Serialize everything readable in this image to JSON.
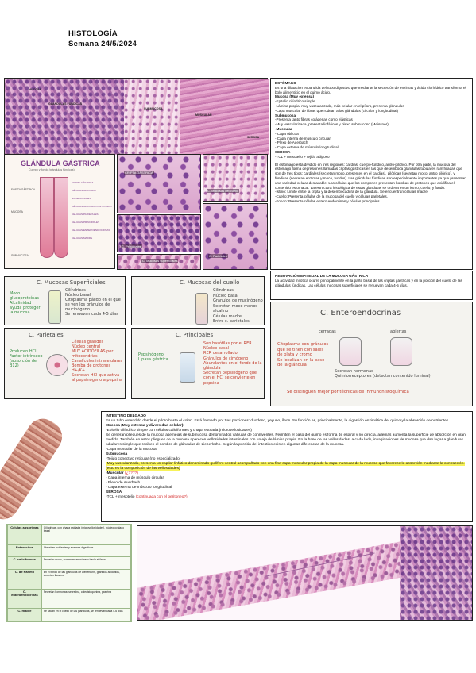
{
  "header": {
    "title": "HISTOLOGÍA",
    "date": "Semana 24/5/2024"
  },
  "stomach_figure": {
    "labels": [
      "MUCOSA",
      "GLÁNDULAS FÚNDICAS",
      "SUBMUCOSA",
      "MUSCULAR",
      "SEROSA"
    ]
  },
  "gland_diagram": {
    "title": "GLÁNDULA GÁSTRICA",
    "subtitle": "Cuerpo y fondo (glándulas fúndicas)",
    "labels_left": [
      "FOSITA GÁSTRICA",
      "MUCOSA",
      "SUBMUCOSA"
    ],
    "labels_right": [
      "CRIPTA GÁSTRICA",
      "CÉLULAS MUCOSAS SUPERFICIALES",
      "CÉLULAS MUCOSAS DEL CUELLO",
      "CÉLULAS PARIETALES",
      "CÉLULAS PRINCIPALES",
      "CÉLULAS ENTEROENDOCRINAS",
      "CÉLULAS MADRE"
    ]
  },
  "micro_captions": {
    "criptas": "CRIPTA GÁSTRICA",
    "mucosas_cuello": "C. Mucosas del cuello",
    "principales": "C. Principales",
    "mucosas_superficiales": "C. Mucosas superficiales",
    "parietales": "C. Parietales"
  },
  "stomach_text": {
    "heading": "ESTÓMAGO",
    "intro": "Es una dilatación expandida del tubo digestivo que mediante la secreción de enzimas y ácido clorhídrico transforma el bolo alimenticio en el quimo ácido.",
    "mucosa_title": "Mucosa (Muy extensa)",
    "mucosa_lines": [
      "-Epitelio cilíndrico simple",
      "-Lámina propia: muy vascularizada, más celular en el píloro, presenta glándulas",
      "-Capa muscular de fibras que rodean a las glándulas (circular y longitudinal)"
    ],
    "submucosa_title": "Submucosa",
    "submucosa_lines": [
      "-Presenta tanto fibras colágenas como elásticas",
      "-Muy vascularizada, presenta linfáticos y plexo submucoso (Meissner)"
    ],
    "muscular_title": "-Muscular",
    "muscular_lines": [
      "- Capa oblicua",
      "- Capa interna de músculo circular",
      "- Plexo de Auerbach",
      "- Capa externa de músculo longitudinal"
    ],
    "serosa_title": "SEROSA",
    "serosa_line": "-TCL + mesotelio + tejido adiposo",
    "regions_paragraph": "El estómago está dividido en tres regiones: cardias, cuerpo-fúndico, antro-pilórico. Por otra parte, la mucosa del estómago forma depresiones llamadas criptas gástricas en las que desemboca glándulas tubulares ramificadas que son de tres tipos: cardiales (secretan moco, presentes en el cardias), pilóricas (secretan moco, antro pilórico), y fúndicas (secretan enzimas y moco, fundus). Las glándulas fúndicas son especialmente importantes ya que presentan una variedad celular destacable. Las células que los componen presentan bombas de protones que acidifica el contenido estomacal. La estructura histológica de estas glándulas se ordena en un istmo, cuello, y fondo.",
    "istmo": "-Istmo: Límite entre la cripta y la desembocadura de la glándula. Se encuentran células madre.",
    "cuello": "-Cuello: Presenta células de la mucosa del cuello y células parietales.",
    "fondo": "-Fondo: Presenta células entero endocrinas y células principales."
  },
  "renovacion": {
    "heading": "RENOVACIÓN EPITELIAL DE LA MUCOSA GÁSTRICA",
    "text": "La actividad mitótica ocurre principalmente en la parte basal de las criptas gástricas y en la porción del cuello de las glándulas fúndicas. Las células mucosas superficiales se renuevan cada 4-5 días."
  },
  "notes": {
    "mucosas_sup": {
      "title": "C. Mucosas Superficiales",
      "left": [
        "Moco",
        "glucoproteínas",
        "Alcalinidad",
        "ayuda proteger la mucosa"
      ],
      "right": [
        "Cilíndricas",
        "Núcleo basal",
        "Citoplasma pálido en el que se ven los gránulos de mucinógeno",
        "Se renuevan cada 4-5 días"
      ]
    },
    "mucosas_cuello": {
      "title": "C. Mucosas del cuello",
      "right": [
        "Cilíndricas",
        "Núcleo basal",
        "Gránulos de mucinógeno",
        "Secretan moco menos alcalino",
        "Células madre",
        "Entre c. parietales"
      ]
    },
    "parietales": {
      "title": "C. Parietales",
      "left": [
        "Producen HCl",
        "Factor intrínseco",
        "(absorción de B12)"
      ],
      "right": [
        "Células grandes",
        "Núcleo central",
        "MUY ACIDÓFILAS por mitocondrias",
        "Canalículos intracelulares",
        "Bomba de protones H+/K+",
        "Secretan HCl que activa al pepsinógeno a pepsina"
      ]
    },
    "principales": {
      "title": "C. Principales",
      "left": [
        "Pepsinógeno",
        "Lipasa gástrica"
      ],
      "right": [
        "Son basófilas por el RER",
        "Núcleo basal",
        "RER desarrollado",
        "Gránulos de cimógeno",
        "Abundantes en el fondo de la glándula",
        "Secretan pepsinógeno que con el HCl se convierte en pepsina"
      ]
    },
    "enteroendocrinas": {
      "title": "C. Enteroendocrinas",
      "tags": [
        "cerradas",
        "abiertas"
      ],
      "left": [
        "Citoplasma con gránulos que se tiñen con sales de plata y cromo",
        "Se localizan en la base de la glándula"
      ],
      "bottom": [
        "Secretan hormonas",
        "Quimiorreceptores (detectan contenido luminal)",
        "Se distinguen mejor por técnicas de inmunohistoquímica"
      ]
    }
  },
  "intestino": {
    "heading": "INTESTINO DELGADO",
    "intro": "Es un tubo extendido desde el píloro hasta el colon. Está formado por tres porciones: duodeno, yeyuno, íleon. Su función es, principalmente, la digestión enzimática del quimo y la absorción de nutrientes.",
    "mucosa_title": "Mucosa (Muy extensa y diversidad celular):",
    "mucosa_line": "-Epitelio cilíndrico simple con células caliciformes y chapa estriada (microvellosidades)",
    "pliegues": "Se generan pliegues de la mucosa asemejas de submucosa denominados válvulas de conniventes. Permiten el paso del quimo es forma de espiral y no directa, además aumenta la superficie de absorción en gran medida. También en estos pliegues de la mucosa aparecen vellosidades intestinales con un eje de lámina propia. En la base de las vellosidades, a cada lado, invaginaciones de mucosa que dan lugar a glándulas tubulares simple que reciben el nombre de glándulas de Lieberkühn. Según la porción del intestino existen algunas diferencias de la mucosa.",
    "capa": "-Capa muscular de la mucosa",
    "submucosa_title": "Submucosa",
    "submucosa_lines": [
      "-Tejido conectivo reticular (no especializado)"
    ],
    "hl_line": "-Muy vascularizada, presenta un capilar linfático denominado quilífero central acompañado con una fina capa muscular propia de la capa muscular de la mucosa que favorece la absorción mediante la contracción. (esto es la composición de las vellosidades)",
    "muscular_title": "-Muscular",
    "muscular_q": "(¿????)",
    "muscular_lines": [
      "- Capa interna de músculo circular",
      "- Plexo de Auerbach",
      "- Capa externa de músculo longitudinal"
    ],
    "serosa_title": "SEROSA",
    "serosa_line": "-TCL + mesotelio",
    "serosa_red": "(continuada con el peritoneo?)"
  },
  "table": {
    "rows": [
      {
        "name": "Células absortivas",
        "desc": "Cilíndricas, con chapa estriada (microvellosidades), núcleo ovalado basal"
      },
      {
        "name": "Enterocitos",
        "desc": "Absorben nutrientes y enzimas digestivas"
      },
      {
        "name": "C. caliciformes",
        "desc": "Secretan moco, aumentan en número hacia el íleon"
      },
      {
        "name": "C. de Paneth",
        "desc": "En el fondo de las glándulas de Lieberkühn, gránulos acidófilos, secretan lisozima"
      },
      {
        "name": "C. enteroendocrinas",
        "desc": "Secretan hormonas: secretina, colecistoquinina, gastrina"
      },
      {
        "name": "C. madre",
        "desc": "Se sitúan en el cuello de las glándulas, se renuevan cada 5-6 días"
      }
    ]
  }
}
